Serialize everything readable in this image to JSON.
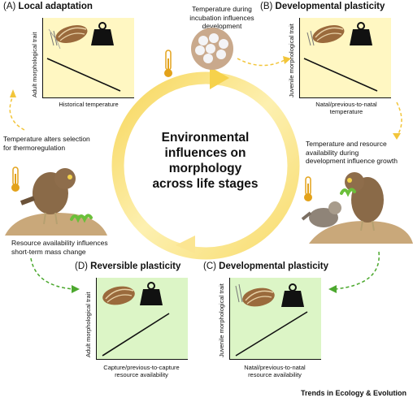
{
  "title": "Environmental influences on morphology across life stages",
  "panels": {
    "A": {
      "letter": "(A)",
      "name": "Local adaptation",
      "ylabel": "Adult morphological trait",
      "xlabel": "Historical temperature",
      "trend": "negative"
    },
    "B": {
      "letter": "(B)",
      "name": "Developmental plasticity",
      "ylabel": "Juvenile morphological trait",
      "xlabel_line1": "Natal/previous-to-natal",
      "xlabel_line2": "temperature",
      "trend": "negative"
    },
    "C": {
      "letter": "(C)",
      "name": "Developmental plasticity",
      "ylabel": "Juvenile morphological trait",
      "xlabel_line1": "Natal/previous-to-natal",
      "xlabel_line2": "resource availability",
      "trend": "positive"
    },
    "D": {
      "letter": "(D)",
      "name": "Reversible plasticity",
      "ylabel": "Adult morphological trait",
      "xlabel_line1": "Capture/previous-to-capture",
      "xlabel_line2": "resource availability",
      "trend": "positive"
    }
  },
  "captions": {
    "incubation_line1": "Temperature during",
    "incubation_line2": "incubation influences",
    "incubation_line3": "development",
    "selection_line1": "Temperature alters selection",
    "selection_line2": "for thermoregulation",
    "growth_line1": "Temperature and resource",
    "growth_line2": "availability during",
    "growth_line3": "development influence growth",
    "mass_line1": "Resource availability influences",
    "mass_line2": "short-term mass change"
  },
  "center": {
    "line1": "Environmental",
    "line2": "influences on",
    "line3": "morphology",
    "line4": "across life stages"
  },
  "footer": "Trends in Ecology & Evolution",
  "colors": {
    "plot_yellow": "#fff7c2",
    "plot_green": "#dcf5c6",
    "arrow_yellow": "#f2c53a",
    "arrow_green": "#4ca82e",
    "cycle_light": "#fdf0b0",
    "cycle_dark": "#f6d24c"
  },
  "icons": [
    "wing-icon",
    "weight-icon",
    "thermometer-icon",
    "eggs-icon",
    "owl-icon",
    "caterpillar-icon",
    "owlet-icon"
  ]
}
